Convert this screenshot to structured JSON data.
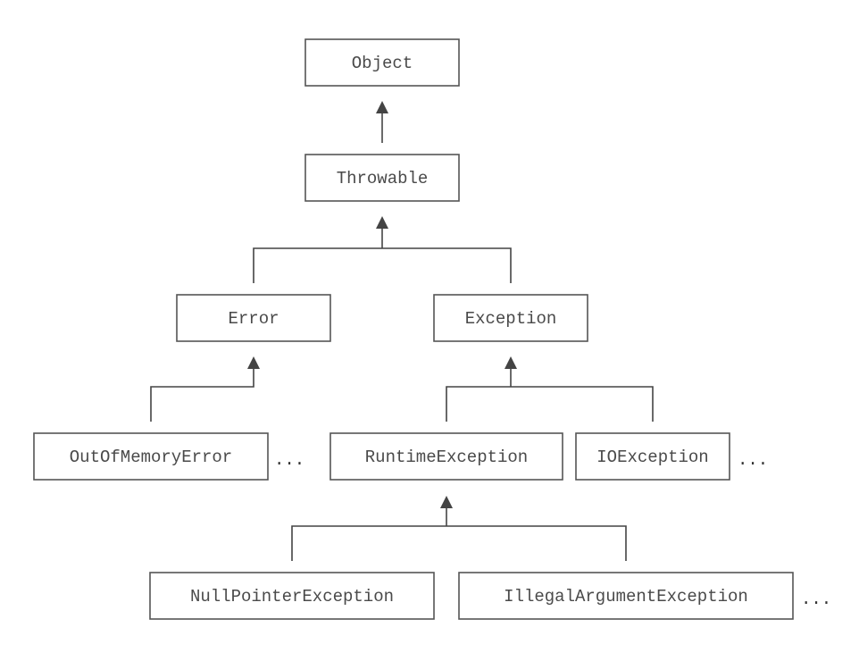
{
  "diagram": {
    "classes": {
      "object": "Object",
      "throwable": "Throwable",
      "error": "Error",
      "exception": "Exception",
      "out_of_memory_error": "OutOfMemoryError",
      "runtime_exception": "RuntimeException",
      "io_exception": "IOException",
      "null_pointer_exception": "NullPointerException",
      "illegal_argument_exception": "IllegalArgumentException"
    },
    "more_marker": "...",
    "colors": {
      "box_stroke": "#555555",
      "line": "#444444",
      "text": "#4a4a4a"
    }
  }
}
